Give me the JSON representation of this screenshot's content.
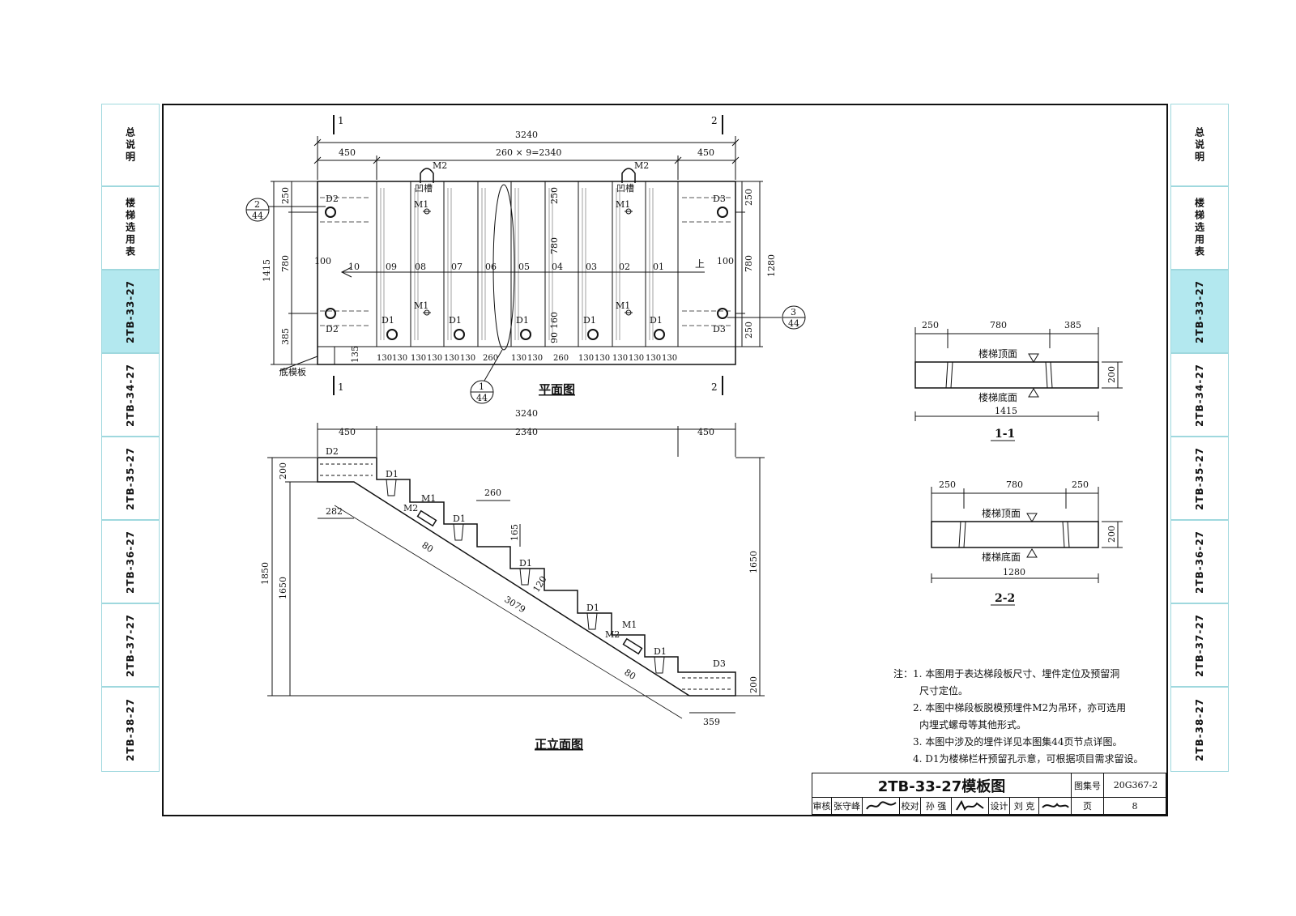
{
  "left_tabs": [
    {
      "label": "总说明",
      "active": false
    },
    {
      "label": "楼梯选用表",
      "active": false
    },
    {
      "label": "2TB-33-27",
      "active": true
    },
    {
      "label": "2TB-34-27",
      "active": false
    },
    {
      "label": "2TB-35-27",
      "active": false
    },
    {
      "label": "2TB-36-27",
      "active": false
    },
    {
      "label": "2TB-37-27",
      "active": false
    },
    {
      "label": "2TB-38-27",
      "active": false
    }
  ],
  "right_tabs": [
    {
      "label": "总说明",
      "active": false
    },
    {
      "label": "楼梯选用表",
      "active": false
    },
    {
      "label": "2TB-33-27",
      "active": true
    },
    {
      "label": "2TB-34-27",
      "active": false
    },
    {
      "label": "2TB-35-27",
      "active": false
    },
    {
      "label": "2TB-36-27",
      "active": false
    },
    {
      "label": "2TB-37-27",
      "active": false
    },
    {
      "label": "2TB-38-27",
      "active": false
    }
  ],
  "colors": {
    "tab_active": "#b3e8ef",
    "tab_border": "#9fd8de",
    "line": "#111111"
  },
  "plan": {
    "title": "平面图",
    "overall": "3240",
    "left_end": "450",
    "middle": "260 × 9=2340",
    "right_end": "450",
    "steps": [
      "10",
      "09",
      "08",
      "07",
      "06",
      "05",
      "04",
      "03",
      "02",
      "01"
    ],
    "up_label": "上",
    "bottom_dims": [
      "130",
      "130",
      "130",
      "130",
      "130",
      "130",
      "130",
      "130",
      "260",
      "130",
      "130",
      "260",
      "130",
      "130",
      "130",
      "130",
      "130",
      "130",
      "130",
      "130"
    ],
    "left_dims": {
      "total": "1415",
      "top": "250",
      "mid": "780",
      "bottom": "385",
      "offset": "135",
      "inset": "100"
    },
    "right_dims": {
      "total": "1280",
      "top": "250",
      "mid": "780",
      "bottom": "250",
      "inset": "100"
    },
    "mid_dims": {
      "top": "250",
      "mid": "780",
      "a": "160",
      "b": "90"
    },
    "labels": {
      "d1": "D1",
      "d2": "D2",
      "d3": "D3",
      "m1": "M1",
      "m2": "M2",
      "groove": "凹槽",
      "bottom_form": "底模板"
    },
    "section_marks": {
      "one": "1",
      "two": "2"
    },
    "callouts": [
      {
        "num": "2",
        "page": "44"
      },
      {
        "num": "3",
        "page": "44"
      },
      {
        "num": "1",
        "page": "44"
      }
    ]
  },
  "elevation": {
    "title": "正立面图",
    "overall": "3240",
    "left_end": "450",
    "middle": "2340",
    "right_end": "450",
    "left_height_total": "1850",
    "left_height": "1650",
    "right_height": "1650",
    "top_thick": "200",
    "bottom_thick": "200",
    "tread": "260",
    "riser": "165",
    "slope_len": "3079",
    "slab_thick_a": "80",
    "slab_thick_b": "80",
    "offset_a": "120",
    "top_land": "282",
    "bottom_land": "359"
  },
  "section_1_1": {
    "title": "1-1",
    "dims": [
      "250",
      "780",
      "385"
    ],
    "total": "1415",
    "height": "200",
    "top_label": "楼梯顶面",
    "bottom_label": "楼梯底面"
  },
  "section_2_2": {
    "title": "2-2",
    "dims": [
      "250",
      "780",
      "250"
    ],
    "total": "1280",
    "height": "200",
    "top_label": "楼梯顶面",
    "bottom_label": "楼梯底面"
  },
  "notes": {
    "prefix": "注：",
    "items": [
      "1. 本图用于表达梯段板尺寸、埋件定位及预留洞",
      "尺寸定位。",
      "2. 本图中梯段板脱模预埋件M2为吊环，亦可选用",
      "内埋式螺母等其他形式。",
      "3. 本图中涉及的埋件详见本图集44页节点详图。",
      "4. D1为楼梯栏杆预留孔示意，可根据项目需求留设。"
    ]
  },
  "title_block": {
    "title": "2TB-33-27模板图",
    "atlas_label": "图集号",
    "atlas_no": "20G367-2",
    "review_label": "审核",
    "review_name": "张守峰",
    "check_label": "校对",
    "check_name": "孙 强",
    "design_label": "设计",
    "design_name": "刘 克",
    "page_label": "页",
    "page_no": "8"
  }
}
